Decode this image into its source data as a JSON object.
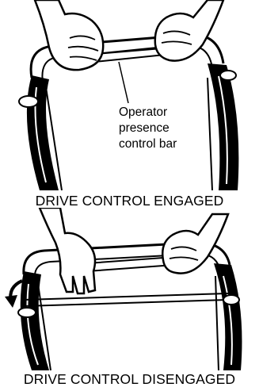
{
  "callout": {
    "line1": "Operator",
    "line2": "presence",
    "line3": "control bar"
  },
  "captions": {
    "engaged": "DRIVE CONTROL ENGAGED",
    "disengaged": "DRIVE CONTROL DISENGAGED"
  },
  "colors": {
    "ink": "#000000",
    "paper": "#ffffff"
  },
  "icons": {
    "hand": "hand-icon",
    "arrow": "curved-arrow-icon"
  }
}
